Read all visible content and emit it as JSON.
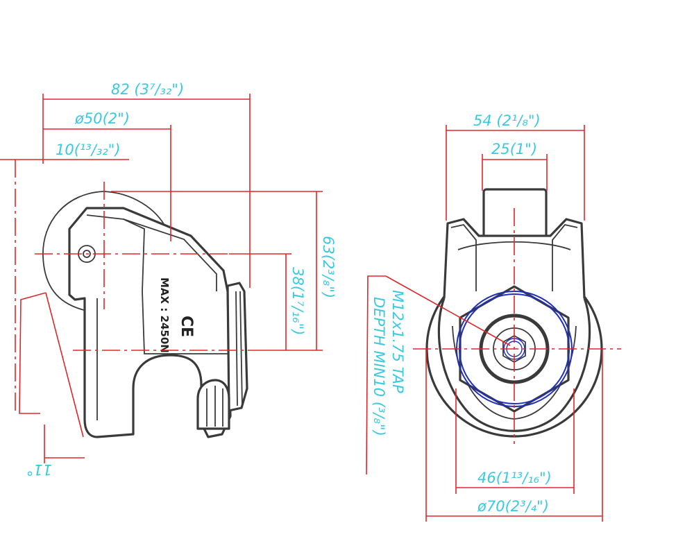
{
  "side_view": {
    "dim_width": "82 (3⁷/₃₂\")",
    "dim_diameter": "ø50(2\")",
    "dim_offset": "10(¹³/₃₂\")",
    "dim_height": "63(2³/₈\")",
    "dim_center_height": "38(1⁷/₁₆\")",
    "dim_angle": "11°",
    "marking_load": "MAX : 2450N",
    "marking_ce": "CE"
  },
  "front_view": {
    "dim_width": "54 (2¹/₈\")",
    "dim_top": "25(1\")",
    "dim_thread": "46(1¹³/₁₆\")",
    "dim_outer": "ø70(2³/₄\")",
    "tap_line1": "M12x1.75 TAP",
    "tap_line2": "DEPTH MIN10 (³/₈\")"
  },
  "colors": {
    "dimension_line": "#e0262a",
    "dimension_text": "#39c9e0",
    "outline": "#3a3a3a",
    "thread_circle": "#1f2fb8"
  }
}
